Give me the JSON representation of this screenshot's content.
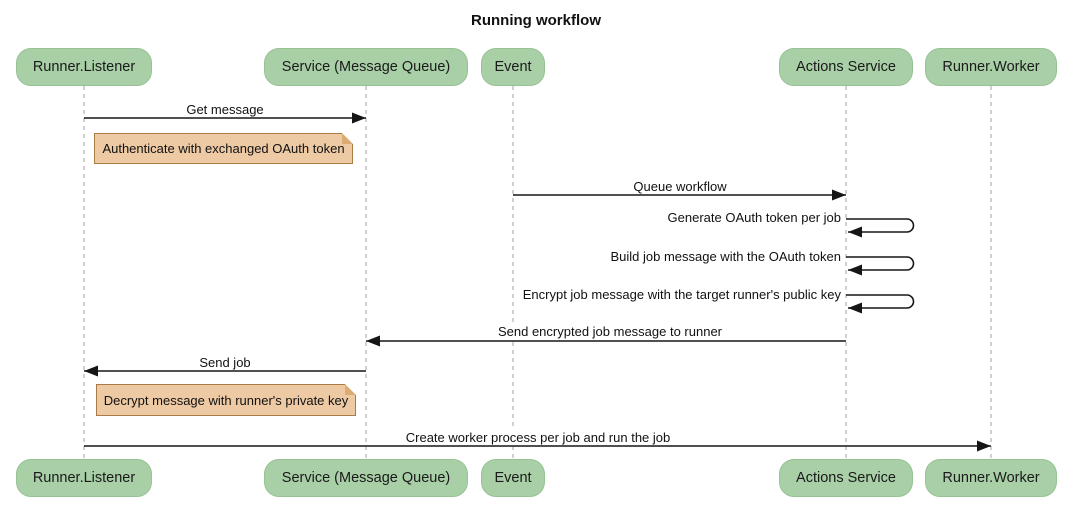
{
  "title": "Running workflow",
  "diagram_type": "sequence",
  "colors": {
    "actor_fill": "#a9cfa7",
    "actor_border": "#98c295",
    "note_fill": "#edcaa4",
    "note_border": "#aa7c45",
    "lifeline": "#a3a3a3",
    "arrow": "#161616",
    "background": "#ffffff"
  },
  "actors": [
    {
      "label": "Runner.Listener"
    },
    {
      "label": "Service (Message Queue)"
    },
    {
      "label": "Event"
    },
    {
      "label": "Actions Service"
    },
    {
      "label": "Runner.Worker"
    }
  ],
  "messages": [
    {
      "from": "Runner.Listener",
      "to": "Service (Message Queue)",
      "label": "Get message",
      "self": false
    },
    {
      "from": "Event",
      "to": "Actions Service",
      "label": "Queue workflow",
      "self": false
    },
    {
      "from": "Actions Service",
      "to": "Actions Service",
      "label": "Generate OAuth token per job",
      "self": true
    },
    {
      "from": "Actions Service",
      "to": "Actions Service",
      "label": "Build job message with the OAuth token",
      "self": true
    },
    {
      "from": "Actions Service",
      "to": "Actions Service",
      "label": "Encrypt job message with the target runner's public key",
      "self": true
    },
    {
      "from": "Actions Service",
      "to": "Service (Message Queue)",
      "label": "Send encrypted job message to runner",
      "self": false
    },
    {
      "from": "Service (Message Queue)",
      "to": "Runner.Listener",
      "label": "Send job",
      "self": false
    },
    {
      "from": "Runner.Listener",
      "to": "Runner.Worker",
      "label": "Create worker process per job and run the job",
      "self": false
    }
  ],
  "notes": [
    {
      "over": "Runner.Listener",
      "label": "Authenticate with exchanged OAuth token"
    },
    {
      "over": "Runner.Listener",
      "label": "Decrypt message with runner's private key"
    }
  ]
}
